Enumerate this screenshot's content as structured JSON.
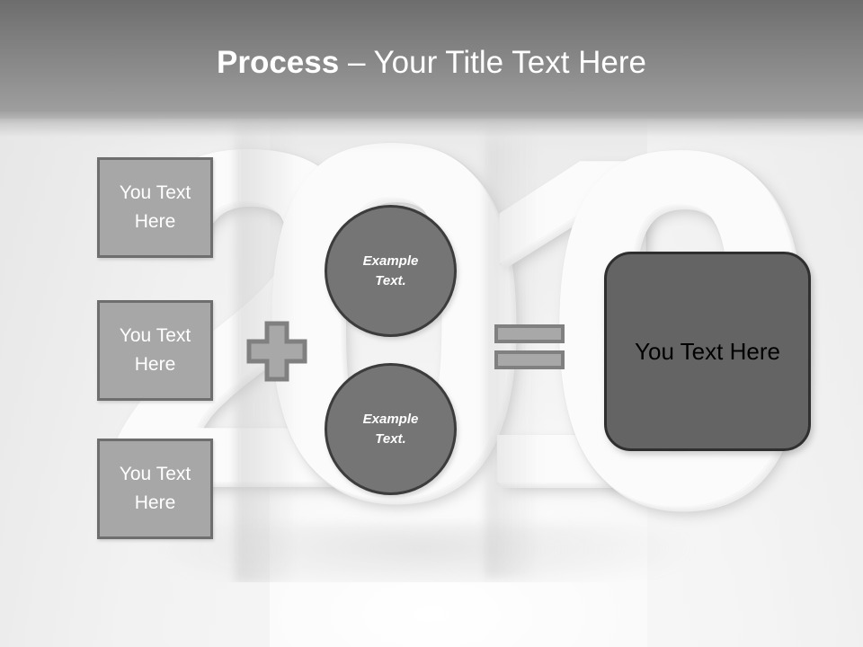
{
  "slide": {
    "title_bold": "Process",
    "title_rest": " – Your Title Text Here",
    "background_watermark": "2010",
    "watermark_digits": [
      "2",
      "0",
      "1",
      "0"
    ]
  },
  "colors": {
    "header_top": "#6d6d6d",
    "header_bottom": "#a2a2a2",
    "slide_background": "#f2f2f2",
    "input_box_fill": "#a7a7a7",
    "input_box_border": "#6e6e6e",
    "circle_fill": "#757575",
    "circle_border": "#3c3c3c",
    "result_box_fill": "#646464",
    "result_box_border": "#2f2f2f",
    "operator_fill": "#a8a8a8",
    "operator_border": "#808080",
    "title_text": "#ffffff",
    "box_text": "#ffffff",
    "result_text": "#000000"
  },
  "inputs": {
    "items": [
      {
        "label": "You Text\nHere",
        "line1": "You Text",
        "line2": "Here"
      },
      {
        "label": "You Text\nHere",
        "line1": "You Text",
        "line2": "Here"
      },
      {
        "label": "You Text\nHere",
        "line1": "You Text",
        "line2": "Here"
      }
    ]
  },
  "operators": {
    "plus": "+",
    "equals": "="
  },
  "circles": {
    "items": [
      {
        "line1": "Example",
        "line2": "Text."
      },
      {
        "line1": "Example",
        "line2": "Text."
      }
    ]
  },
  "result": {
    "label": "You Text Here"
  }
}
